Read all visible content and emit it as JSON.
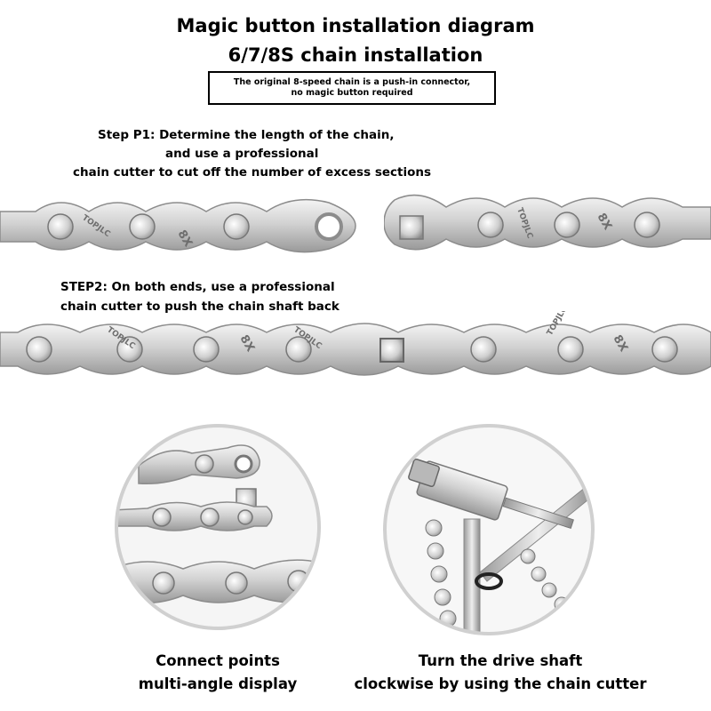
{
  "header": {
    "title_line1": "Magic button installation diagram",
    "title_line2": "6/7/8S chain installation",
    "note_line1": "The original 8-speed chain is a push-in connector,",
    "note_line2": "no magic button required"
  },
  "step1": {
    "line1": "Step P1: Determine the length of the chain,",
    "line2": "and use a professional",
    "line3": "chain cutter to cut off the number of excess sections"
  },
  "step2": {
    "line1": "STEP2: On both ends, use a professional",
    "line2": "chain cutter to push the chain shaft back"
  },
  "chain_marks": {
    "brand": "TOPJLC",
    "speed": "8X"
  },
  "captions": {
    "left_line1": "Connect points",
    "left_line2": "multi-angle display",
    "right_line1": "Turn the drive shaft",
    "right_line2": "clockwise by using the chain cutter"
  },
  "colors": {
    "steel_light": "#eeeeee",
    "steel_mid": "#c4c4c4",
    "steel_dark": "#8a8a8a"
  }
}
